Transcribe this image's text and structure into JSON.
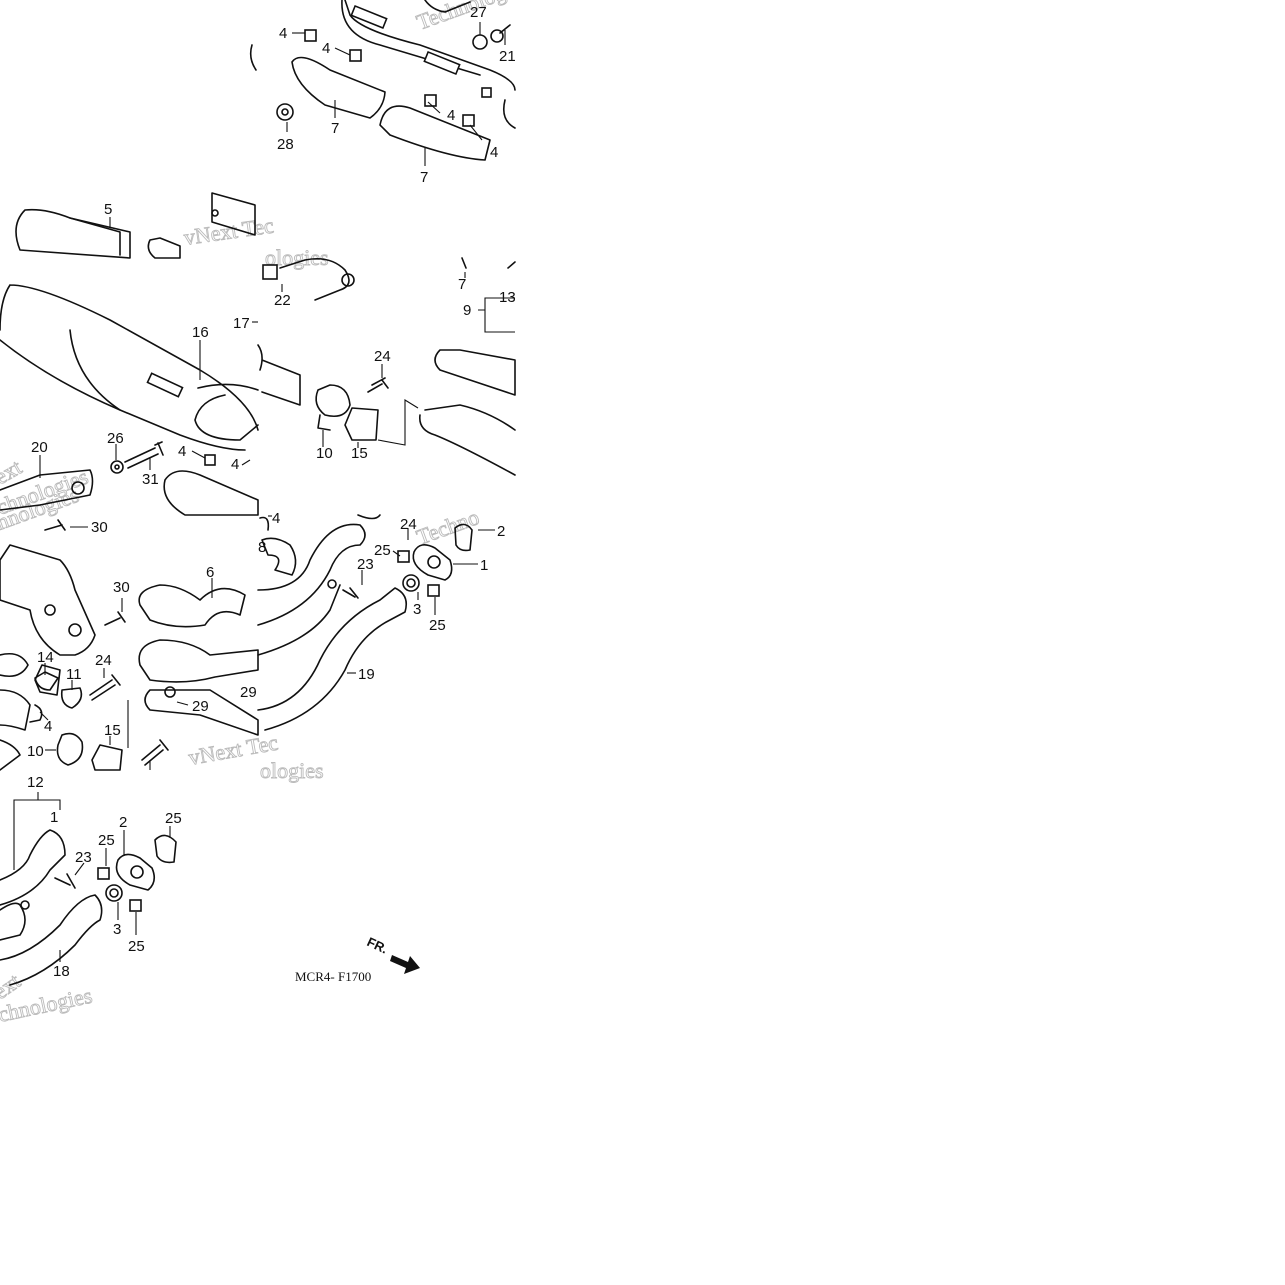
{
  "diagram": {
    "diagram_code": "MCR4- F1700",
    "direction_label": "FR.",
    "watermarks": [
      "Technologies",
      "vNext Tec",
      "ologies",
      "ext",
      "chnologies",
      "hnologies",
      "vNext Tec",
      "ologies",
      "Techno",
      "ext",
      "chnologies"
    ],
    "callouts": [
      "4",
      "4",
      "27",
      "21",
      "4",
      "4",
      "28",
      "7",
      "7",
      "5",
      "22",
      "16",
      "17",
      "24",
      "10",
      "15",
      "20",
      "26",
      "31",
      "4",
      "4",
      "7",
      "9",
      "13",
      "30",
      "30",
      "6",
      "14",
      "24",
      "11",
      "4",
      "10",
      "15",
      "29",
      "29",
      "4",
      "24",
      "2",
      "25",
      "1",
      "23",
      "3",
      "25",
      "8",
      "19",
      "12",
      "1",
      "2",
      "25",
      "23",
      "3",
      "25",
      "18"
    ]
  }
}
